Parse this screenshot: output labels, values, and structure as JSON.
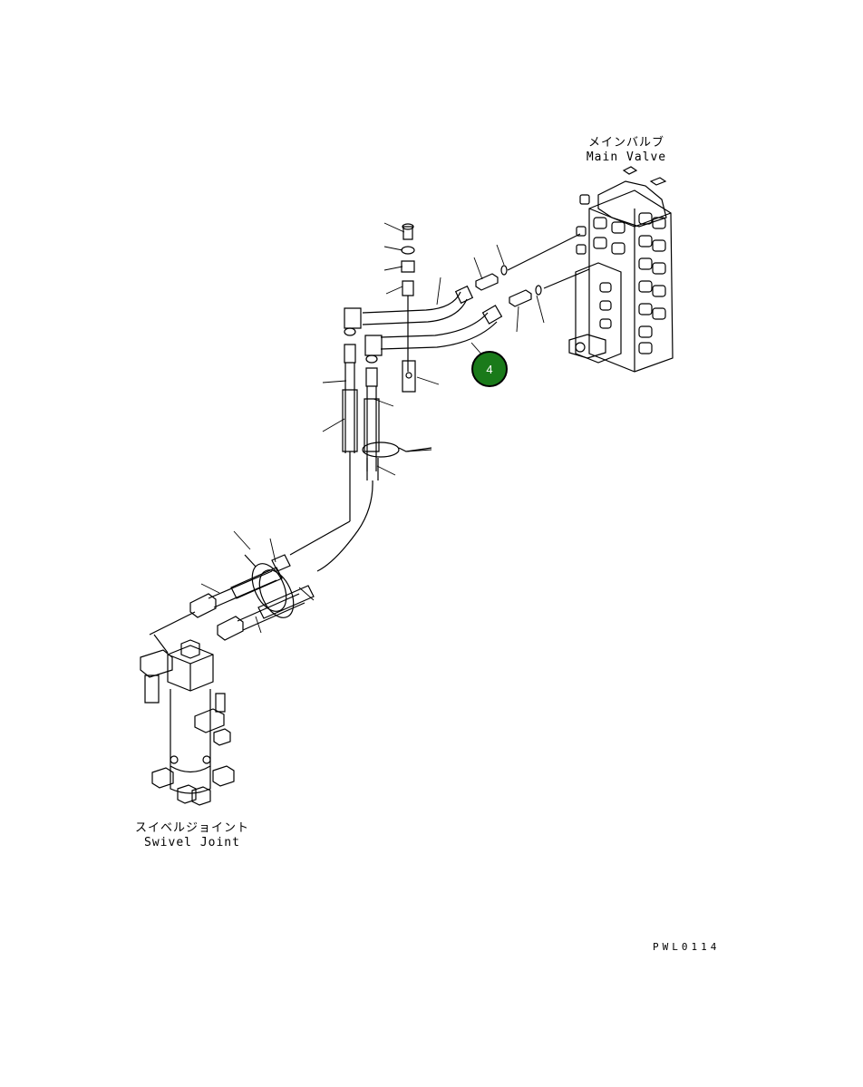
{
  "main_valve": {
    "label_jp": "メインバルブ",
    "label_en": "Main Valve"
  },
  "swivel_joint": {
    "label_jp": "スイベルジョイント",
    "label_en": "Swivel Joint"
  },
  "callout": {
    "number": "4"
  },
  "drawing_code": "PWL0114",
  "colors": {
    "line": "#000000",
    "callout_fill": "#1a7a1a",
    "callout_text": "#ffffff",
    "background": "#ffffff"
  }
}
